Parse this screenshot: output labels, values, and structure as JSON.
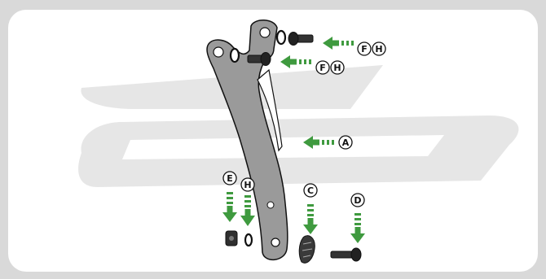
{
  "colors": {
    "frame": "#d9d9d9",
    "panel": "#ffffff",
    "swoosh": "#e3e3e3",
    "arrow": "#3f9a3f",
    "part_fill": "#9a9a9a",
    "part_dark": "#3a3a3a",
    "outline": "#111111"
  },
  "icons": {
    "arrow": "green-dashed-arrow-icon",
    "label": "circled-letter-icon"
  },
  "labels": {
    "top_right_1": "F",
    "top_right_2": "H",
    "mid_1": "F",
    "mid_2": "H",
    "side": "A",
    "bottom_e": "E",
    "bottom_h": "H",
    "bottom_c": "C",
    "bottom_d": "D"
  }
}
